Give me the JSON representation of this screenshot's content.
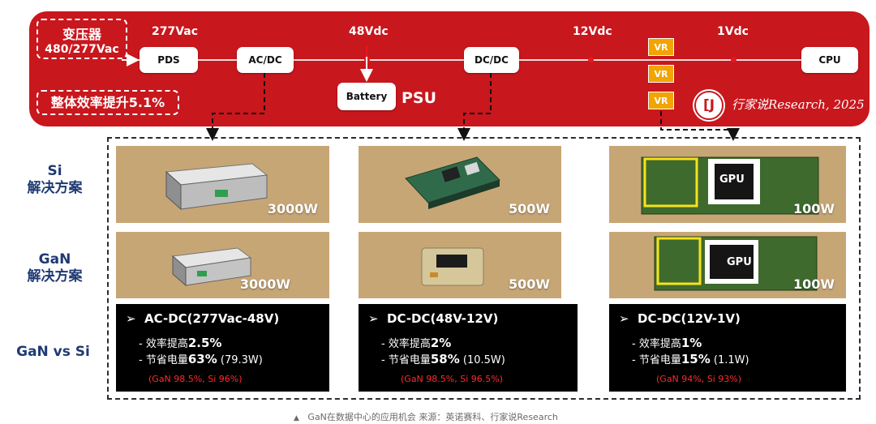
{
  "top": {
    "transformer": {
      "title": "变压器",
      "sub": "480/277Vac"
    },
    "efficiency": "整体效率提升5.1%",
    "voltages": {
      "v277": "277Vac",
      "v48": "48Vdc",
      "v12": "12Vdc",
      "v1": "1Vdc"
    },
    "nodes": {
      "pds": "PDS",
      "acdc": "AC/DC",
      "dcdc": "DC/DC",
      "battery": "Battery",
      "cpu": "CPU"
    },
    "vr": [
      "VR",
      "VR",
      "VR"
    ],
    "psu": "PSU",
    "brand": "行家说Research, 2025",
    "colors": {
      "band": "#c8171d",
      "vr": "#f2a400",
      "label": "#1f3a73",
      "note": "#ff2a2a",
      "card": "#c7a676"
    }
  },
  "rows": {
    "si": [
      "Si",
      "解决方案"
    ],
    "gan": [
      "GaN",
      "解决方案"
    ],
    "cmp": "GaN vs Si"
  },
  "cards": {
    "si": [
      "3000W",
      "500W",
      "100W"
    ],
    "gan": [
      "3000W",
      "500W",
      "100W"
    ],
    "gpu": "GPU"
  },
  "results": [
    {
      "title": "AC-DC(277Vac-48V)",
      "eff_label": "- 效率提高",
      "eff": "2.5%",
      "save_label": "- 节省电量",
      "save": "63%",
      "save_detail": " (79.3W)",
      "note": "(GaN 98.5%, Si 96%)"
    },
    {
      "title": "DC-DC(48V-12V)",
      "eff_label": "- 效率提高",
      "eff": "2%",
      "save_label": "- 节省电量",
      "save": "58%",
      "save_detail": " (10.5W)",
      "note": "(GaN 98.5%, Si 96.5%)"
    },
    {
      "title": "DC-DC(12V-1V)",
      "eff_label": "- 效率提高",
      "eff": "1%",
      "save_label": "- 节省电量",
      "save": "15%",
      "save_detail": " (1.1W)",
      "note": "(GaN 94%, Si 93%)"
    }
  ],
  "caption": "GaN在数据中心的应用机会 来源：英诺赛科、行家说Research"
}
